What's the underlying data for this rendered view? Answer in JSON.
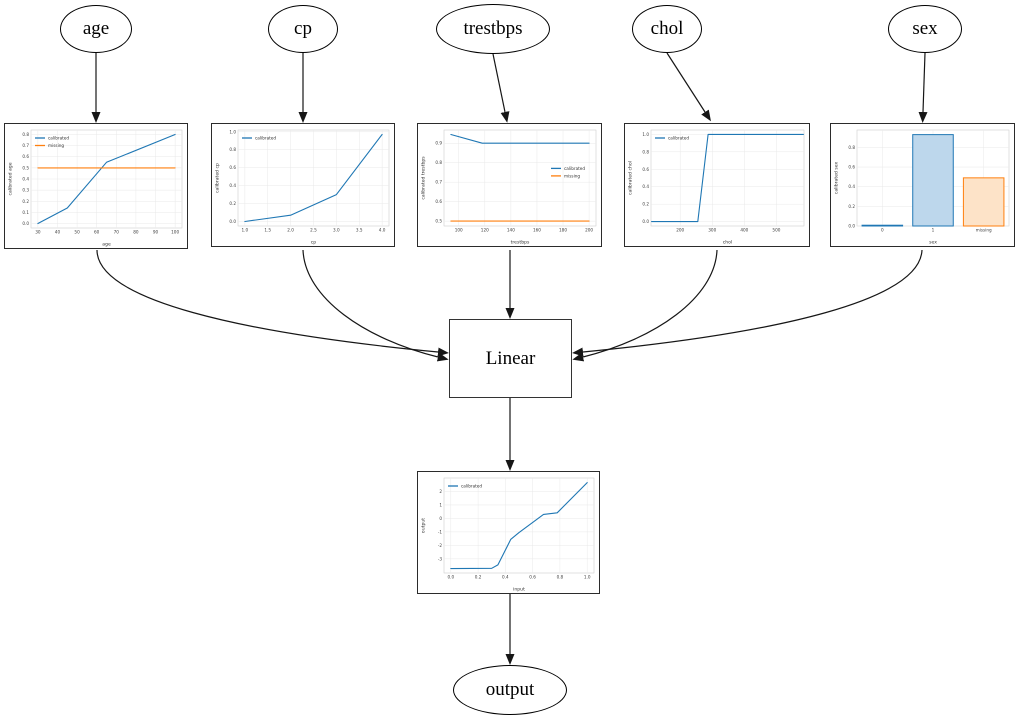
{
  "nodes": {
    "age": "age",
    "cp": "cp",
    "trestbps": "trestbps",
    "chol": "chol",
    "sex": "sex",
    "linear": "Linear",
    "output": "output"
  },
  "colors": {
    "calibrated": "#1f77b4",
    "missing": "#ff7f0e",
    "calibrated_fill": "#bdd7ec",
    "missing_fill": "#fde3c8",
    "grid": "#e9e9e9",
    "axes_border": "#cfcfcf",
    "tick_text": "#404040",
    "edge": "#161616"
  },
  "chart_data": [
    {
      "id": "age",
      "type": "line",
      "xlabel": "age",
      "ylabel": "calibrated age",
      "xlim": [
        26.5,
        103.5
      ],
      "ylim": [
        -0.04,
        0.84
      ],
      "xticks": [
        30,
        40,
        50,
        60,
        70,
        80,
        90,
        100
      ],
      "xtick_labels": [
        "30",
        "40",
        "50",
        "60",
        "70",
        "80",
        "90",
        "100"
      ],
      "yticks": [
        0.0,
        0.1,
        0.2,
        0.3,
        0.4,
        0.5,
        0.6,
        0.7,
        0.8
      ],
      "ytick_labels": [
        "0.0",
        "0.1",
        "0.2",
        "0.3",
        "0.4",
        "0.5",
        "0.6",
        "0.7",
        "0.8"
      ],
      "legend": {
        "position": "top-left",
        "entries": [
          {
            "label": "calibrated",
            "color": "#1f77b4"
          },
          {
            "label": "missing",
            "color": "#ff7f0e"
          }
        ]
      },
      "series": [
        {
          "name": "calibrated",
          "color": "#1f77b4",
          "x": [
            30,
            45,
            65,
            100
          ],
          "y": [
            0.0,
            0.14,
            0.55,
            0.8
          ]
        },
        {
          "name": "missing",
          "color": "#ff7f0e",
          "x": [
            30,
            100
          ],
          "y": [
            0.5,
            0.5
          ]
        }
      ]
    },
    {
      "id": "cp",
      "type": "line",
      "xlabel": "cp",
      "ylabel": "calibrated cp",
      "xlim": [
        0.85,
        4.15
      ],
      "ylim": [
        -0.05,
        1.02
      ],
      "xticks": [
        1.0,
        1.5,
        2.0,
        2.5,
        3.0,
        3.5,
        4.0
      ],
      "xtick_labels": [
        "1.0",
        "1.5",
        "2.0",
        "2.5",
        "3.0",
        "3.5",
        "4.0"
      ],
      "yticks": [
        0.0,
        0.2,
        0.4,
        0.6,
        0.8,
        1.0
      ],
      "ytick_labels": [
        "0.0",
        "0.2",
        "0.4",
        "0.6",
        "0.8",
        "1.0"
      ],
      "legend": {
        "position": "top-left",
        "entries": [
          {
            "label": "calibrated",
            "color": "#1f77b4"
          }
        ]
      },
      "series": [
        {
          "name": "calibrated",
          "color": "#1f77b4",
          "x": [
            1,
            2,
            3,
            4
          ],
          "y": [
            0.0,
            0.07,
            0.3,
            0.97
          ]
        }
      ]
    },
    {
      "id": "trestbps",
      "type": "line",
      "xlabel": "trestbps",
      "ylabel": "calibrated trestbps",
      "xlim": [
        88.7,
        205.3
      ],
      "ylim": [
        0.475,
        0.968
      ],
      "xticks": [
        100,
        120,
        140,
        160,
        180,
        200
      ],
      "xtick_labels": [
        "100",
        "120",
        "140",
        "160",
        "180",
        "200"
      ],
      "yticks": [
        0.5,
        0.6,
        0.7,
        0.8,
        0.9
      ],
      "ytick_labels": [
        "0.5",
        "0.6",
        "0.7",
        "0.8",
        "0.9"
      ],
      "legend": {
        "position": "center-right",
        "entries": [
          {
            "label": "calibrated",
            "color": "#1f77b4"
          },
          {
            "label": "missing",
            "color": "#ff7f0e"
          }
        ]
      },
      "series": [
        {
          "name": "calibrated",
          "color": "#1f77b4",
          "x": [
            94,
            118,
            200
          ],
          "y": [
            0.945,
            0.9,
            0.9
          ]
        },
        {
          "name": "missing",
          "color": "#ff7f0e",
          "x": [
            94,
            200
          ],
          "y": [
            0.5,
            0.5
          ]
        }
      ]
    },
    {
      "id": "chol",
      "type": "line",
      "xlabel": "chol",
      "ylabel": "calibrated chol",
      "xlim": [
        109,
        586
      ],
      "ylim": [
        -0.05,
        1.05
      ],
      "xticks": [
        200,
        300,
        400,
        500
      ],
      "xtick_labels": [
        "200",
        "300",
        "400",
        "500"
      ],
      "yticks": [
        0.0,
        0.2,
        0.4,
        0.6,
        0.8,
        1.0
      ],
      "ytick_labels": [
        "0.0",
        "0.2",
        "0.4",
        "0.6",
        "0.8",
        "1.0"
      ],
      "legend": {
        "position": "top-left",
        "entries": [
          {
            "label": "calibrated",
            "color": "#1f77b4"
          }
        ]
      },
      "series": [
        {
          "name": "calibrated",
          "color": "#1f77b4",
          "x": [
            111,
            255,
            287,
            584
          ],
          "y": [
            0.0,
            0.0,
            1.0,
            1.0
          ]
        }
      ]
    },
    {
      "id": "sex",
      "type": "bar",
      "xlabel": "sex",
      "ylabel": "calibrated sex",
      "categories": [
        "0",
        "1",
        "missing"
      ],
      "values": [
        0.008,
        0.93,
        0.49
      ],
      "bar_fills": [
        "#bdd7ec",
        "#bdd7ec",
        "#fde3c8"
      ],
      "bar_strokes": [
        "#1f77b4",
        "#1f77b4",
        "#ff7f0e"
      ],
      "ylim": [
        0,
        0.977
      ],
      "yticks": [
        0.0,
        0.2,
        0.4,
        0.6,
        0.8
      ],
      "ytick_labels": [
        "0.0",
        "0.2",
        "0.4",
        "0.6",
        "0.8"
      ]
    },
    {
      "id": "output",
      "type": "line",
      "xlabel": "input",
      "ylabel": "output",
      "xlim": [
        -0.05,
        1.05
      ],
      "ylim": [
        -4.05,
        3.0
      ],
      "xticks": [
        0.0,
        0.2,
        0.4,
        0.6,
        0.8,
        1.0
      ],
      "xtick_labels": [
        "0.0",
        "0.2",
        "0.4",
        "0.6",
        "0.8",
        "1.0"
      ],
      "yticks": [
        -3,
        -2,
        -1,
        0,
        1,
        2
      ],
      "ytick_labels": [
        "-3",
        "-2",
        "-1",
        "0",
        "1",
        "2"
      ],
      "legend": {
        "position": "top-left",
        "entries": [
          {
            "label": "calibrated",
            "color": "#1f77b4"
          }
        ]
      },
      "series": [
        {
          "name": "calibrated",
          "color": "#1f77b4",
          "x": [
            0.0,
            0.3,
            0.345,
            0.44,
            0.5,
            0.68,
            0.78,
            1.0
          ],
          "y": [
            -3.72,
            -3.7,
            -3.45,
            -1.55,
            -1.05,
            0.3,
            0.42,
            2.66
          ]
        }
      ]
    }
  ]
}
